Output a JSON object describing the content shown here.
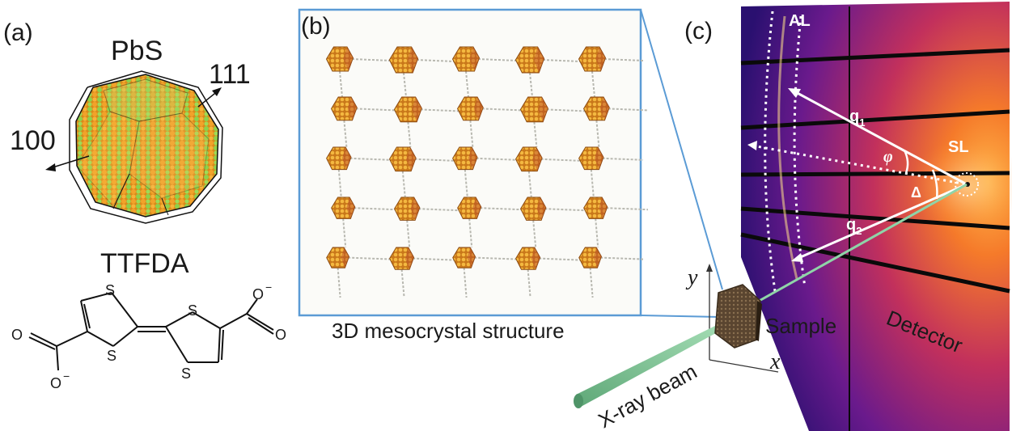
{
  "panel_a": {
    "tag": "(a)",
    "crystal_name": "PbS",
    "facet_111": "111",
    "facet_100": "100",
    "ligand_name": "TTFDA",
    "atom_s": "S",
    "atom_o": "O",
    "charge": "−"
  },
  "panel_b": {
    "tag": "(b)",
    "caption": "3D mesocrystal structure"
  },
  "panel_c": {
    "tag": "(c)",
    "ring_al": "AL",
    "peak_sl": "SL",
    "q1": "q",
    "q1_sub": "1",
    "q2": "q",
    "q2_sub": "2",
    "angle_phi": "φ",
    "angle_delta": "Δ",
    "axis_y": "y",
    "axis_x": "x",
    "sample_label": "Sample",
    "detector_label": "Detector",
    "beam_label": "X-ray beam"
  },
  "colors": {
    "frame_blue": "#5b9bd5",
    "detector_dark": "#2a1070",
    "detector_hot": "#ff8a2a",
    "beam": "#7fc99a",
    "nanocrystal_gold": "#e8a020",
    "atom_green": "#8ed14a",
    "atom_orange": "#f29b1e"
  }
}
